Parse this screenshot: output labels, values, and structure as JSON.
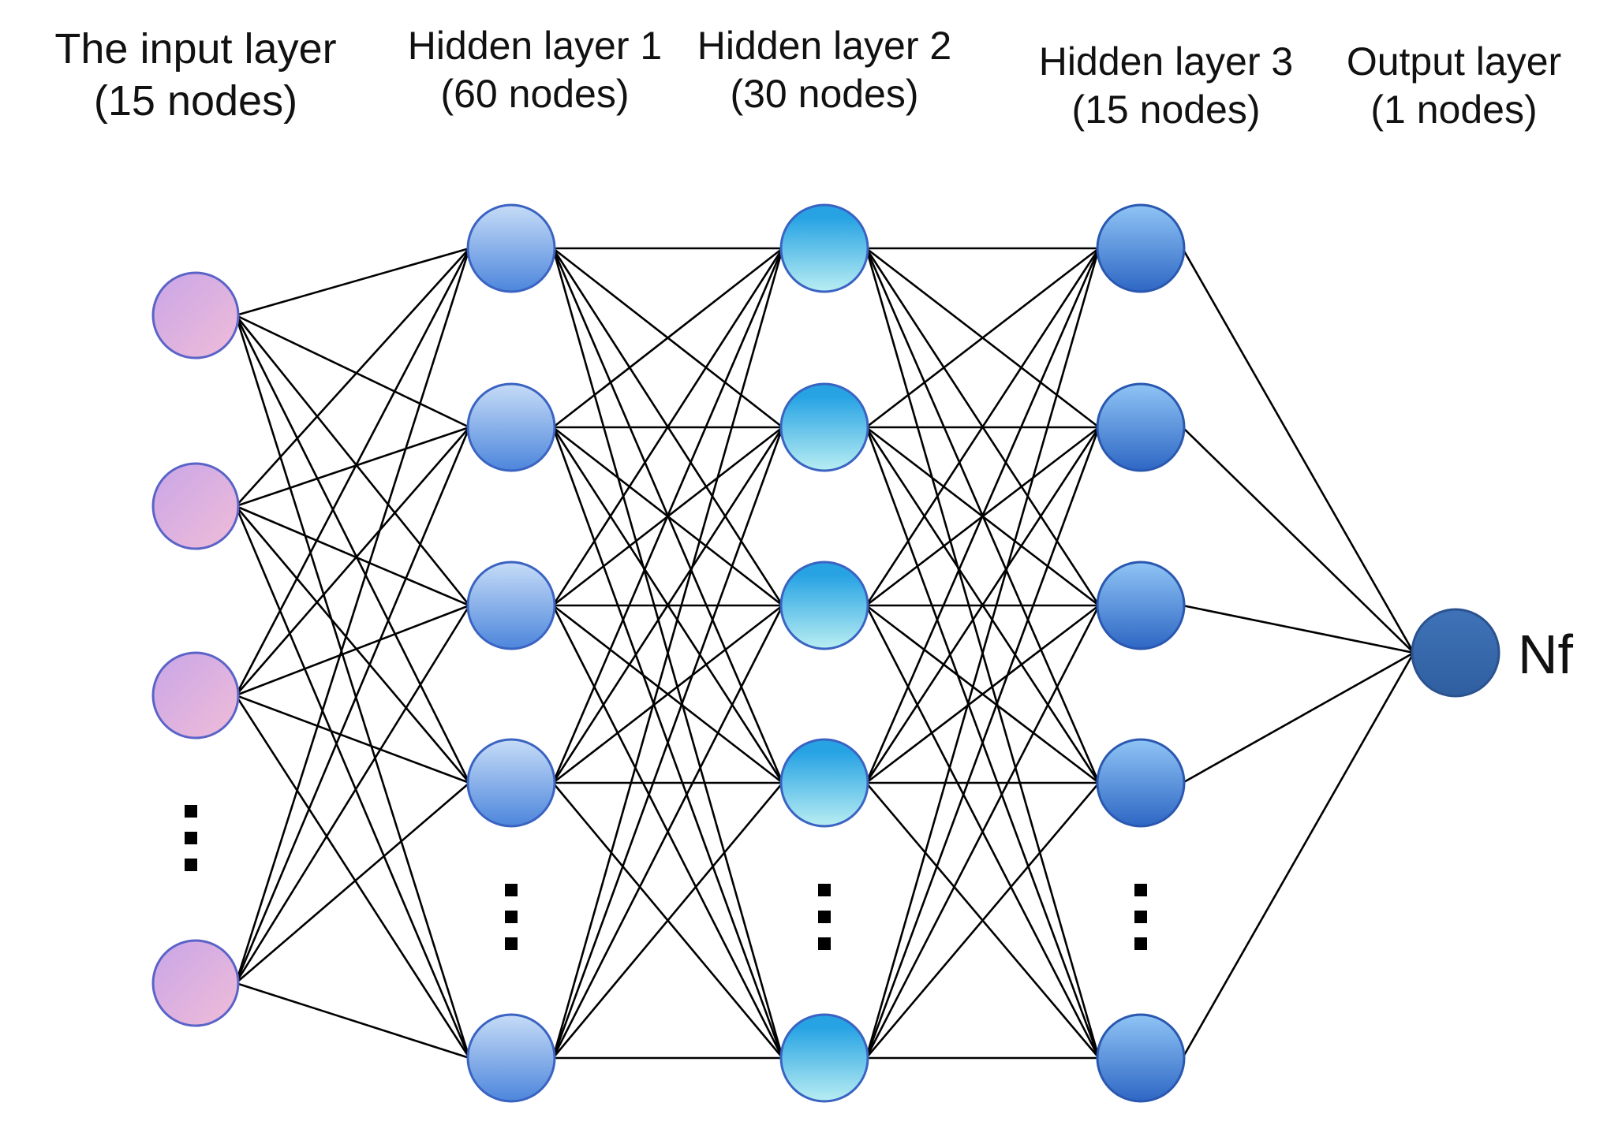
{
  "diagram": {
    "layers": [
      {
        "name": "The input layer",
        "count": "(15 nodes)",
        "drawn_nodes": 4,
        "has_ellipsis": true,
        "node_color": [
          "#c9a6e8",
          "#f0bcd8"
        ],
        "node_stroke": "#5a63c8"
      },
      {
        "name": "Hidden layer 1",
        "count": "(60 nodes)",
        "drawn_nodes": 5,
        "has_ellipsis": true,
        "node_color": [
          "#c6dcf7",
          "#4d86dc"
        ],
        "node_stroke": "#3a63c2"
      },
      {
        "name": "Hidden layer 2",
        "count": "(30 nodes)",
        "drawn_nodes": 5,
        "has_ellipsis": true,
        "node_color": [
          "#27a3e4",
          "#b9eef2"
        ],
        "node_stroke": "#3a63c2"
      },
      {
        "name": "Hidden layer 3",
        "count": "(15 nodes)",
        "drawn_nodes": 5,
        "has_ellipsis": true,
        "node_color": [
          "#8fc4f5",
          "#2e67c4"
        ],
        "node_stroke": "#2a58b0"
      },
      {
        "name": "Output layer",
        "count": "(1 nodes)",
        "drawn_nodes": 1,
        "has_ellipsis": false,
        "node_color": [
          "#3f72b8",
          "#2f5f9f"
        ],
        "node_stroke": "#2a5290"
      }
    ],
    "output_label": "Nf",
    "connection_color": "#000000",
    "connectivity": "fully-connected"
  }
}
